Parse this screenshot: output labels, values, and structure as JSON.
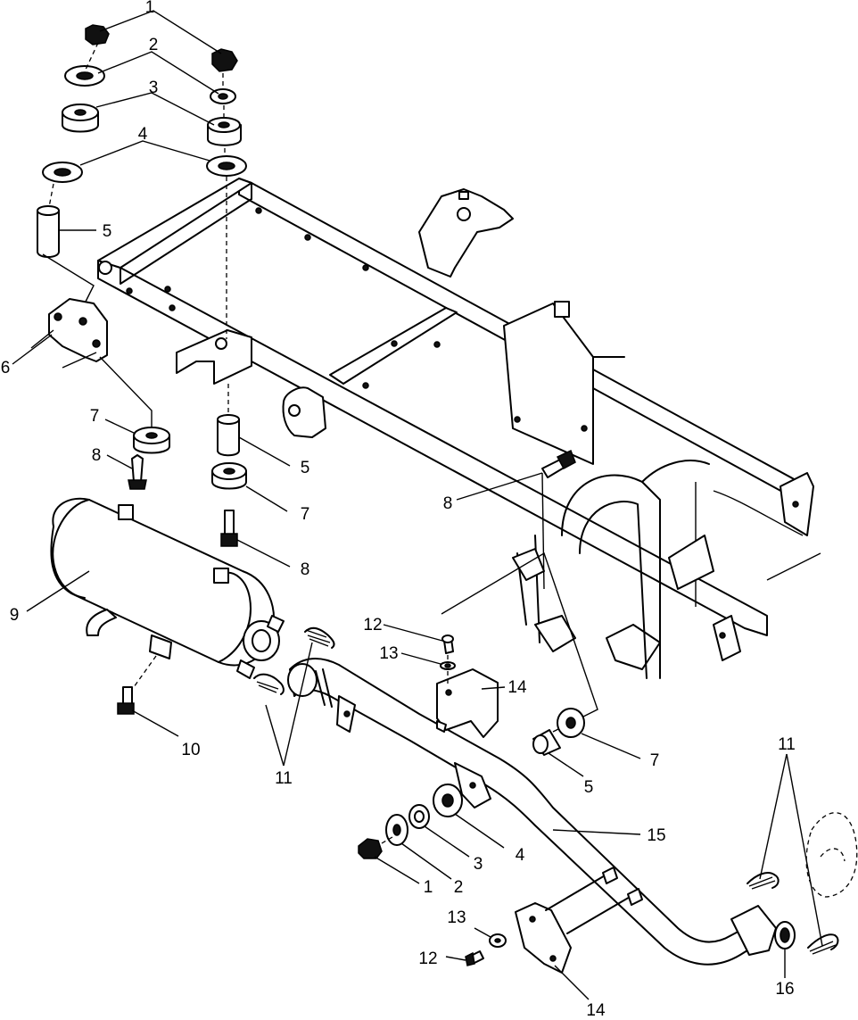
{
  "callouts": [
    {
      "key": "c1",
      "text": "1"
    },
    {
      "key": "c2",
      "text": "2"
    },
    {
      "key": "c3",
      "text": "3"
    },
    {
      "key": "c4",
      "text": "4"
    },
    {
      "key": "c5a",
      "text": "5"
    },
    {
      "key": "c6",
      "text": "6"
    },
    {
      "key": "c7a",
      "text": "7"
    },
    {
      "key": "c8a",
      "text": "8"
    },
    {
      "key": "c5b",
      "text": "5"
    },
    {
      "key": "c7b",
      "text": "7"
    },
    {
      "key": "c8b",
      "text": "8"
    },
    {
      "key": "c8c",
      "text": "8"
    },
    {
      "key": "c9",
      "text": "9"
    },
    {
      "key": "c10",
      "text": "10"
    },
    {
      "key": "c11a",
      "text": "11"
    },
    {
      "key": "c12a",
      "text": "12"
    },
    {
      "key": "c13a",
      "text": "13"
    },
    {
      "key": "c14a",
      "text": "14"
    },
    {
      "key": "c7c",
      "text": "7"
    },
    {
      "key": "c5c",
      "text": "5"
    },
    {
      "key": "c15",
      "text": "15"
    },
    {
      "key": "c4b",
      "text": "4"
    },
    {
      "key": "c3b",
      "text": "3"
    },
    {
      "key": "c2b",
      "text": "2"
    },
    {
      "key": "c1b",
      "text": "1"
    },
    {
      "key": "c11b",
      "text": "11"
    },
    {
      "key": "c13b",
      "text": "13"
    },
    {
      "key": "c12b",
      "text": "12"
    },
    {
      "key": "c14b",
      "text": "14"
    },
    {
      "key": "c16",
      "text": "16"
    }
  ]
}
